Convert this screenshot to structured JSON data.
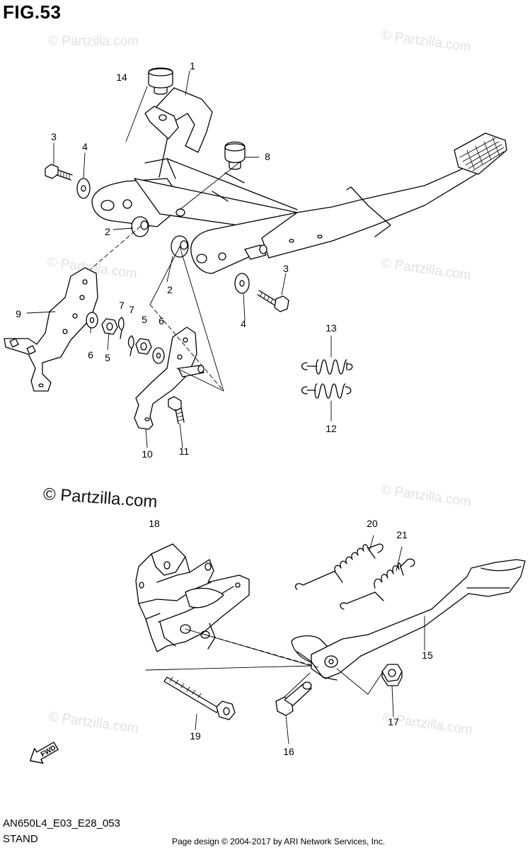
{
  "figure": {
    "title": "FIG.53"
  },
  "watermarks": {
    "main": "© Partzilla.com",
    "faint": "© Partzilla.com"
  },
  "callouts": [
    "1",
    "2",
    "2",
    "3",
    "3",
    "4",
    "4",
    "5",
    "5",
    "6",
    "6",
    "7",
    "7",
    "8",
    "9",
    "10",
    "11",
    "12",
    "13",
    "14",
    "15",
    "16",
    "17",
    "18",
    "19",
    "20",
    "21"
  ],
  "fwd_arrow": {
    "label": "FWD",
    "icon": "fwd-arrow-icon"
  },
  "footer": {
    "code": "AN650L4_E03_E28_053",
    "section": "STAND",
    "credit": "Page design © 2004-2017 by ARI Network Services, Inc."
  },
  "colors": {
    "ink": "#000000",
    "watermark": "#e1e1e1",
    "background": "#ffffff"
  }
}
